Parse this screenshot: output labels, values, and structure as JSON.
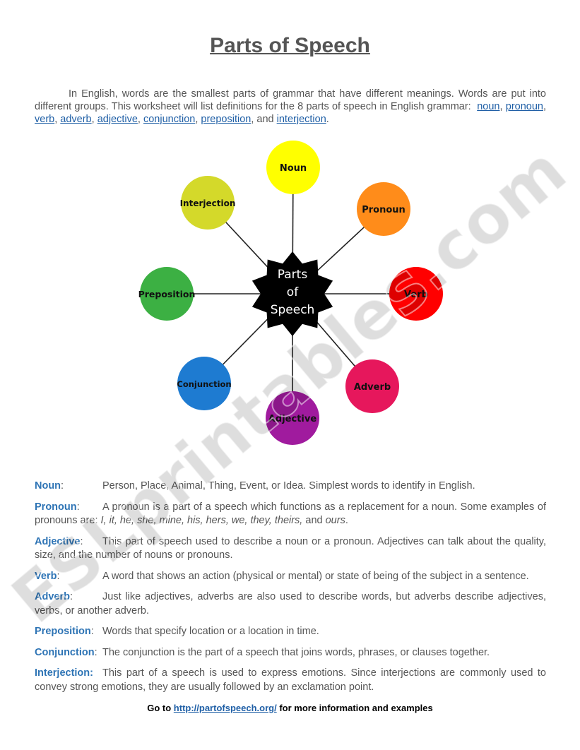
{
  "title": "Parts of Speech",
  "intro": {
    "text": "In English, words are the smallest parts of grammar that have different meanings. Words are put into different groups. This worksheet will list definitions for the 8 parts of speech in English grammar:",
    "links": [
      "noun",
      "pronoun",
      "verb",
      "adverb",
      "adjective",
      "conjunction",
      "preposition"
    ],
    "and_text": "and",
    "last_link": "interjection",
    "end": "."
  },
  "diagram": {
    "center_lines": [
      "Parts",
      "of",
      "Speech"
    ],
    "center_color": "#000000",
    "nodes": [
      {
        "label": "Noun",
        "color": "#ffff00"
      },
      {
        "label": "Pronoun",
        "color": "#ff8c1a"
      },
      {
        "label": "Verb",
        "color": "#ff0000"
      },
      {
        "label": "Adverb",
        "color": "#e6175c"
      },
      {
        "label": "Adjective",
        "color": "#a01b9e"
      },
      {
        "label": "Conjunction",
        "color": "#1e7bd1"
      },
      {
        "label": "Preposition",
        "color": "#3cb043"
      },
      {
        "label": "Interjection",
        "color": "#d4d92a"
      }
    ]
  },
  "definitions": [
    {
      "term": "Noun",
      "sep": ":",
      "text": "Person, Place, Animal, Thing, Event, or Idea. Simplest words to identify in English."
    },
    {
      "term": "Pronoun",
      "sep": ":",
      "text": "A pronoun is a part of a speech which functions as a replacement for a noun. Some examples of pronouns are:",
      "examples": "I, it, he, she, mine, his, hers, we, they, theirs,",
      "and_text": "and",
      "last_example": "ours",
      "end": "."
    },
    {
      "term": "Adjective",
      "sep": ":",
      "text": "This part of speech used to describe a noun or a pronoun. Adjectives can talk about the quality, size, and the number of nouns or pronouns."
    },
    {
      "term": "Verb",
      "sep": ":",
      "text": "A word that shows an action (physical or mental) or state of being of the subject in a sentence."
    },
    {
      "term": "Adverb",
      "sep": ":",
      "text": "Just like adjectives, adverbs are also used to describe words, but adverbs describe adjectives, verbs, or another adverb."
    },
    {
      "term": "Preposition",
      "sep": ":",
      "text": "Words that specify location or a location in time."
    },
    {
      "term": "Conjunction",
      "sep": ":",
      "text": "The conjunction is the part of a speech that joins words, phrases, or clauses together."
    },
    {
      "term": "Interjection:",
      "sep": "",
      "text": "This part of a speech is used to express emotions. Since interjections are commonly used to convey strong emotions, they are usually followed by an exclamation point."
    }
  ],
  "footer": {
    "pre": "Go to",
    "link": "http://partofspeech.org/",
    "post": "for more information and examples"
  },
  "watermark": "ESLprintables.com"
}
